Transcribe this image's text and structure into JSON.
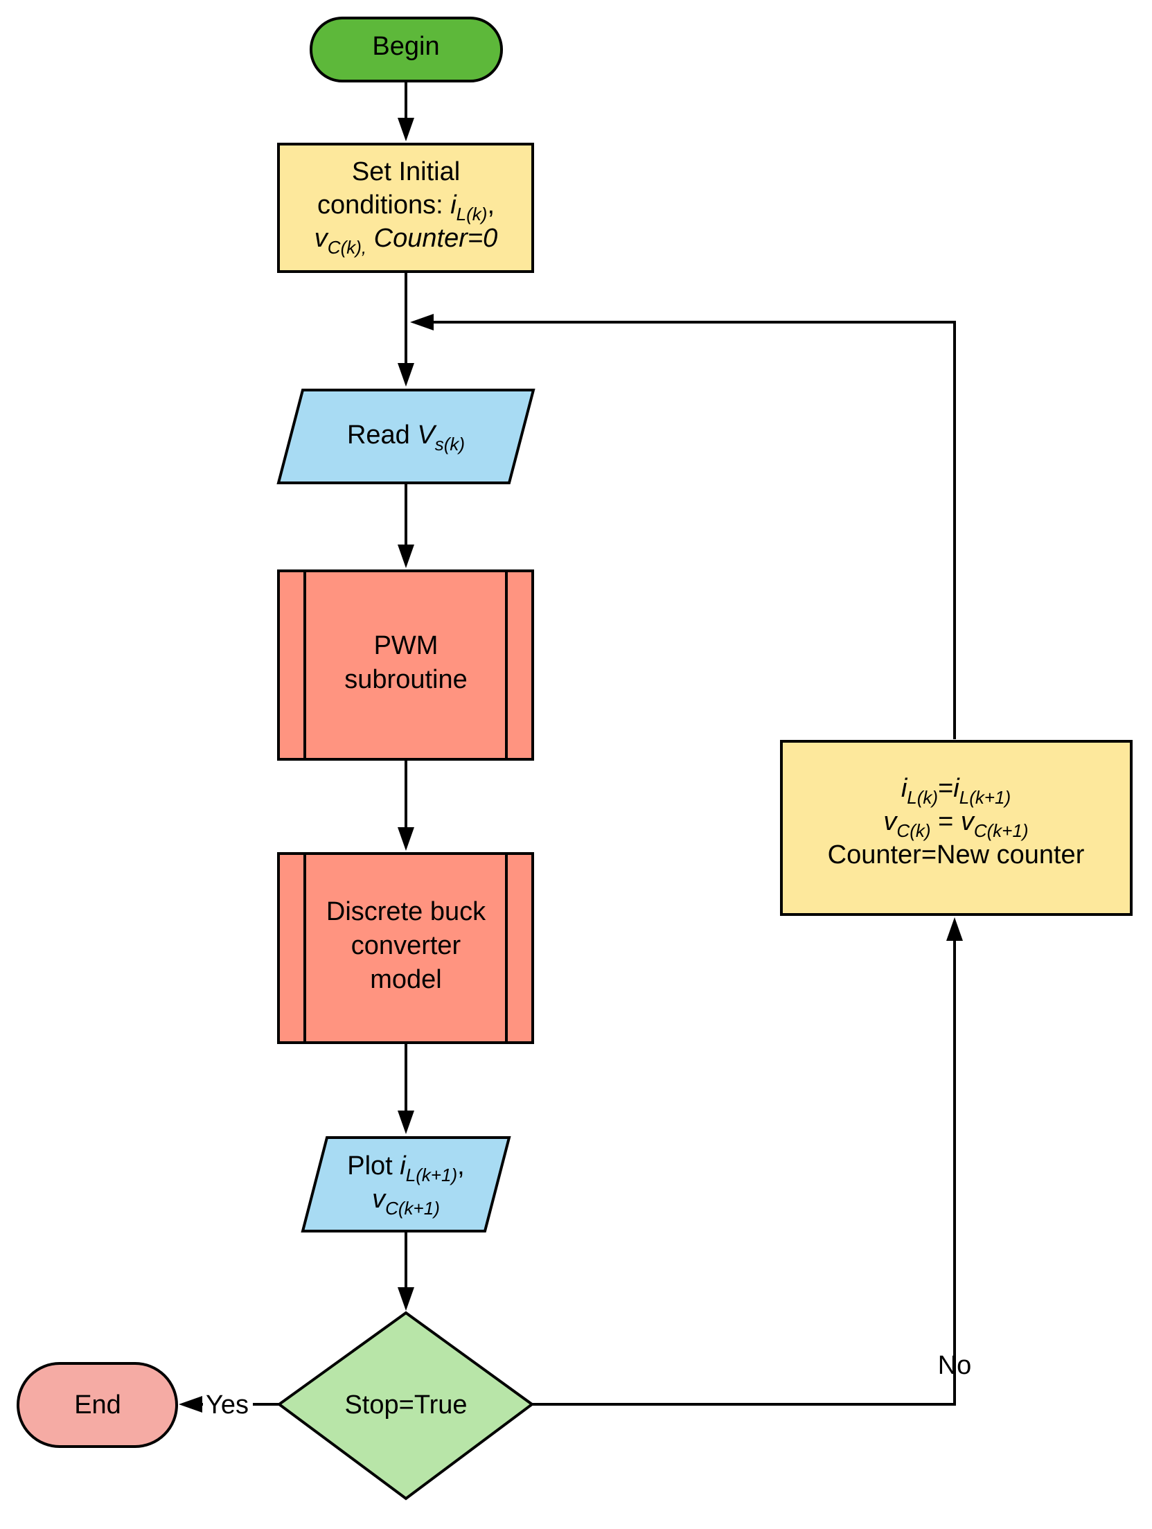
{
  "colors": {
    "terminal_begin": "#5db83a",
    "terminal_end": "#f5aba4",
    "process": "#fde89c",
    "io": "#a8dbf3",
    "subroutine": "#ff9480",
    "decision": "#b8e5a8"
  },
  "nodes": {
    "begin": {
      "label": "Begin"
    },
    "init": {
      "line1": "Set Initial",
      "line2_prefix": "conditions: ",
      "line2_var": "i",
      "line2_sub": "L(k)",
      "line2_suffix": ",",
      "line3_var": "v",
      "line3_sub": "C(k),",
      "line3_rest": " Counter=0"
    },
    "read": {
      "prefix": "Read ",
      "var": "V",
      "sub": "s(k)"
    },
    "pwm": {
      "line1": "PWM",
      "line2": "subroutine"
    },
    "model": {
      "line1": "Discrete buck",
      "line2": "converter",
      "line3": "model"
    },
    "plot": {
      "prefix": "Plot ",
      "var1": "i",
      "sub1": "L(k+1)",
      "sep": ",",
      "var2": "v",
      "sub2": "C(k+1)"
    },
    "decision": {
      "label": "Stop=True"
    },
    "end": {
      "label": "End"
    },
    "update": {
      "l1_var_a": "i",
      "l1_sub_a": "L(k)",
      "l1_eq": "=",
      "l1_var_b": "i",
      "l1_sub_b": "L(k+1)",
      "l2_var_a": "v",
      "l2_sub_a": "C(k)",
      "l2_eq": " = ",
      "l2_var_b": "v",
      "l2_sub_b": "C(k+1)",
      "l3": "Counter=New counter"
    }
  },
  "edges": {
    "yes_label": "Yes",
    "no_label": "No"
  }
}
